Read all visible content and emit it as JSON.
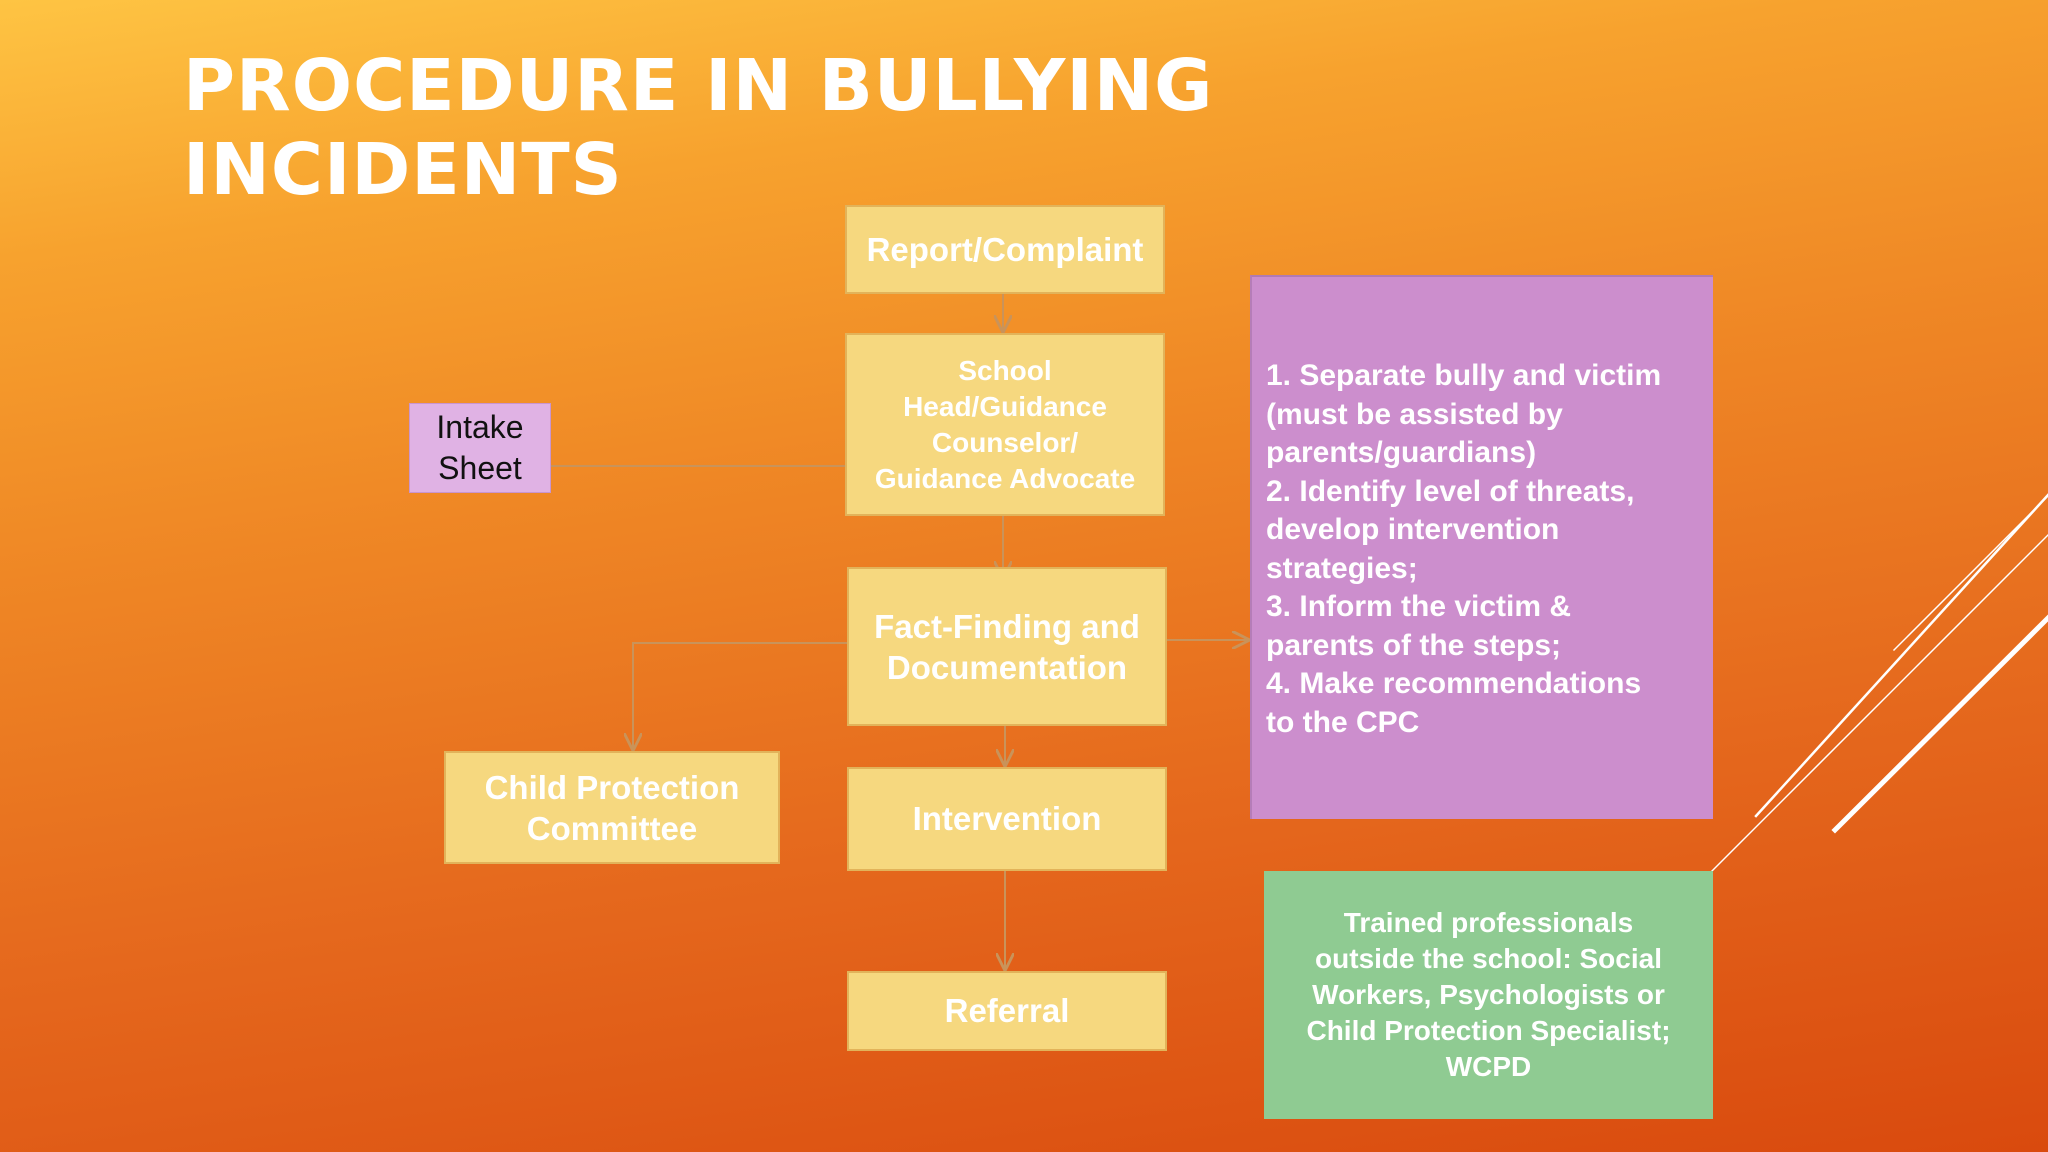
{
  "slide": {
    "title_line1": "PROCEDURE IN BULLYING",
    "title_line2": "INCIDENTS"
  },
  "flow": {
    "report": "Report/Complaint",
    "school_head": [
      "School",
      "Head/Guidance",
      "Counselor/",
      "Guidance Advocate"
    ],
    "fact_finding": [
      "Fact-Finding and",
      "Documentation"
    ],
    "intervention": "Intervention",
    "referral": "Referral",
    "intake": [
      "Intake",
      "Sheet"
    ],
    "cpc": [
      "Child Protection",
      "Committee"
    ]
  },
  "steps": [
    "1. Separate bully  and victim",
    "(must be assisted by",
    "parents/guardians)",
    "2. Identify level of threats,",
    "develop intervention",
    "strategies;",
    "3. Inform the victim &",
    "parents of the steps;",
    "4. Make recommendations",
    "to the CPC"
  ],
  "professionals": [
    "Trained professionals",
    "outside the school: Social",
    "Workers, Psychologists or",
    "Child Protection Specialist;",
    "WCPD"
  ],
  "colors": {
    "bg_top": "#fec443",
    "bg_bottom": "#d94a0e",
    "yellow_box": "#f6d87f",
    "purple_box": "#cc8ecd",
    "intake_box": "#e0b2e4",
    "green_box": "#8fcb92",
    "connector": "#c9935a"
  }
}
